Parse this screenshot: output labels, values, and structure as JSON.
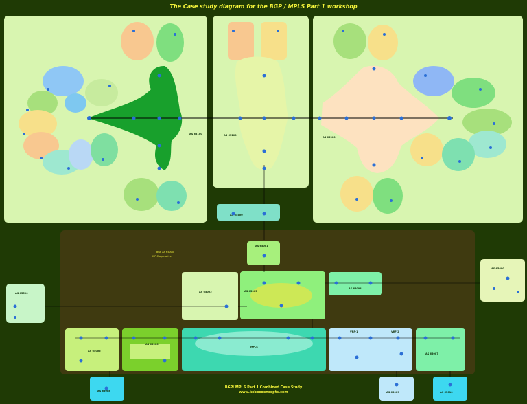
{
  "title": "The Case study diagram for the BGP / MPLS  Part 1 workshop",
  "footer": {
    "line1": "BGP/ MPLS Part 1 Combined Case Study",
    "line2": "www.kebocoencepts.com"
  },
  "zones": {
    "left_as": "AS 65100",
    "middle_as": "AS 65200",
    "right_as": "AS 65300",
    "provider_as": "BGP AS 65000",
    "provider_sub": "ISP Cooperative",
    "core": "MPLS",
    "small_cyan": "AS 65400",
    "far_left": "AS 65500",
    "far_right": "AS 65600",
    "ce_top": "AS 65001",
    "box_mid_left": "AS 65002",
    "box_ring": "AS 65003",
    "box_top_right": "AS 65004",
    "box_bl1": "AS 65005",
    "box_bl2": "AS 65006",
    "box_br1": "VRF-1",
    "box_br2": "VRF-2",
    "box_br3": "AS 65007",
    "cyan_bl": "AS 65008",
    "cyan_br1": "AS 65009",
    "cyan_br2": "AS 65010"
  },
  "colors": {
    "background": "#1f3a05",
    "title": "#f2f23a",
    "provider_zone": "#3f3a10",
    "router": "#2b6fd6"
  }
}
